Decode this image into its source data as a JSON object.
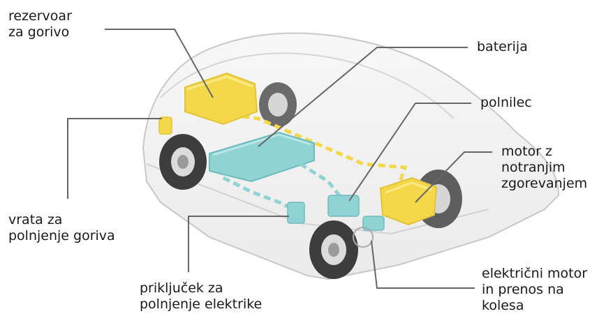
{
  "labels": {
    "fuel_tank": [
      "rezervoar",
      "za gorivo"
    ],
    "battery": [
      "baterija"
    ],
    "charger": [
      "polnilec"
    ],
    "ice_engine": [
      "motor z",
      "notranjim",
      "zgorevanjem"
    ],
    "fuel_door": [
      "vrata za",
      "polnjenje goriva"
    ],
    "charge_port": [
      "priključek za",
      "polnjenje elektrike"
    ],
    "electric_motor": [
      "električni motor",
      "in prenos na",
      "kolesa"
    ]
  },
  "colors": {
    "fuel_component": "#f5d84a",
    "electric_component": "#8fd3d4",
    "leader_line": "#666666",
    "car_body": "#e4e4e4"
  }
}
